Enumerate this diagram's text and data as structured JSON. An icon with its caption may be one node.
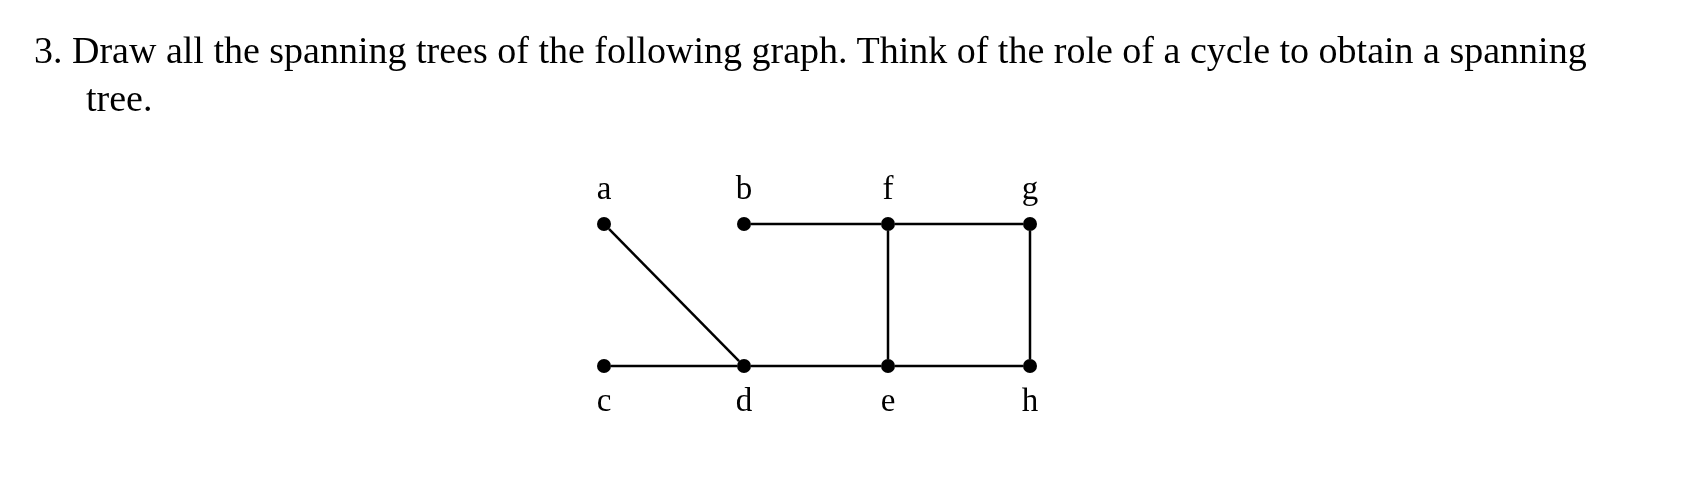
{
  "diagram": {
    "title": "3. Draw all the spanning trees of the following graph. Think of the role of a cycle to obtain a spanning tree.",
    "nodes": [
      {
        "text": [],
        "shape": "circle",
        "beside": [
          "a"
        ]
      },
      {
        "text": [],
        "shape": "circle",
        "beside": [
          "b"
        ]
      },
      {
        "text": [],
        "shape": "circle",
        "beside": [
          "f"
        ]
      },
      {
        "text": [],
        "shape": "circle",
        "beside": [
          "g"
        ]
      },
      {
        "text": [],
        "shape": "circle",
        "beside": [
          "c"
        ]
      },
      {
        "text": [],
        "shape": "circle",
        "beside": [
          "d"
        ]
      },
      {
        "text": [],
        "shape": "circle",
        "beside": [
          "e"
        ]
      },
      {
        "text": [],
        "shape": "circle",
        "beside": [
          "h"
        ]
      }
    ],
    "edges": [
      {
        "from": 0,
        "to": 5,
        "arrow": "none"
      },
      {
        "from": 1,
        "to": 2,
        "arrow": "none"
      },
      {
        "from": 2,
        "to": 3,
        "arrow": "none"
      },
      {
        "from": 2,
        "to": 6,
        "arrow": "none"
      },
      {
        "from": 3,
        "to": 7,
        "arrow": "none"
      },
      {
        "from": 4,
        "to": 5,
        "arrow": "none"
      },
      {
        "from": 5,
        "to": 6,
        "arrow": "none"
      },
      {
        "from": 6,
        "to": 7,
        "arrow": "none"
      }
    ]
  }
}
